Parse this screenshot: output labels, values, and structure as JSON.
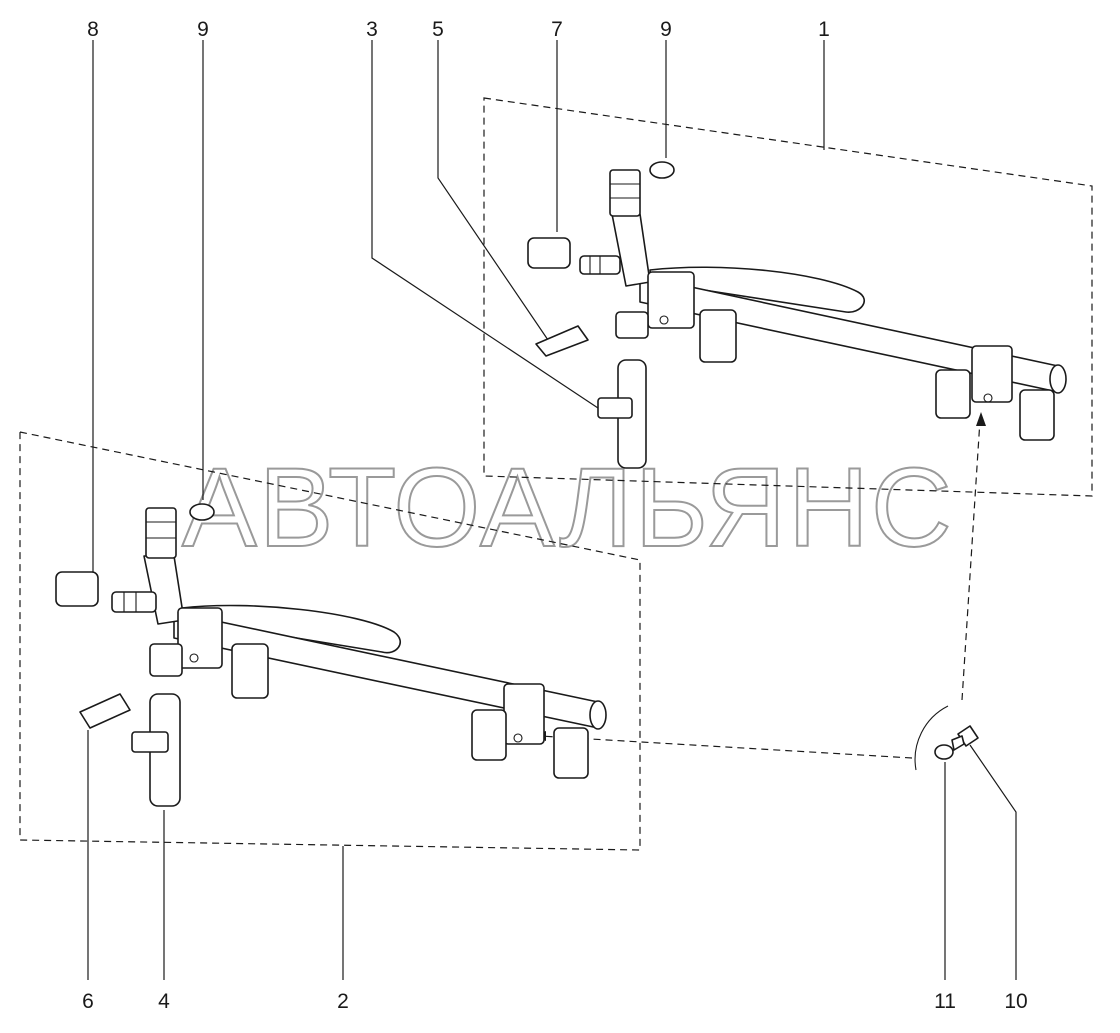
{
  "watermark": "АВТОАЛЬЯНС",
  "callouts": {
    "top": [
      "8",
      "9",
      "3",
      "5",
      "7",
      "9",
      "1"
    ],
    "bottom": [
      "6",
      "4",
      "2",
      "11",
      "10"
    ]
  }
}
